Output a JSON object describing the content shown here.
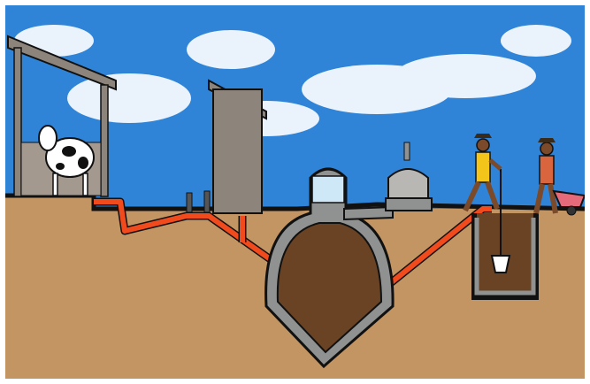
{
  "scene": {
    "description_visible_text": "",
    "colors": {
      "sky": "#2f84d8",
      "cloud": "#ffffff",
      "ground": "#c39563",
      "ground_line": "#111111",
      "pipe": "#f04a1d",
      "digester_wall": "#8f9290",
      "slurry": "#6a4324",
      "shed_wall": "#8d857c",
      "cow_white": "#ffffff",
      "cow_spot": "#111111",
      "person_shirt": "#f3c41a",
      "person_shirt_2": "#d9653e",
      "bucket": "#ffffff",
      "wheelbarrow": "#e56b7a"
    },
    "elements": [
      "cattle-shed",
      "cow",
      "latrine-hut",
      "digester-dome",
      "gas-holder",
      "inlet-pipe",
      "outlet-pipe",
      "slurry-pit",
      "person-with-bucket",
      "person-with-wheelbarrow"
    ]
  }
}
